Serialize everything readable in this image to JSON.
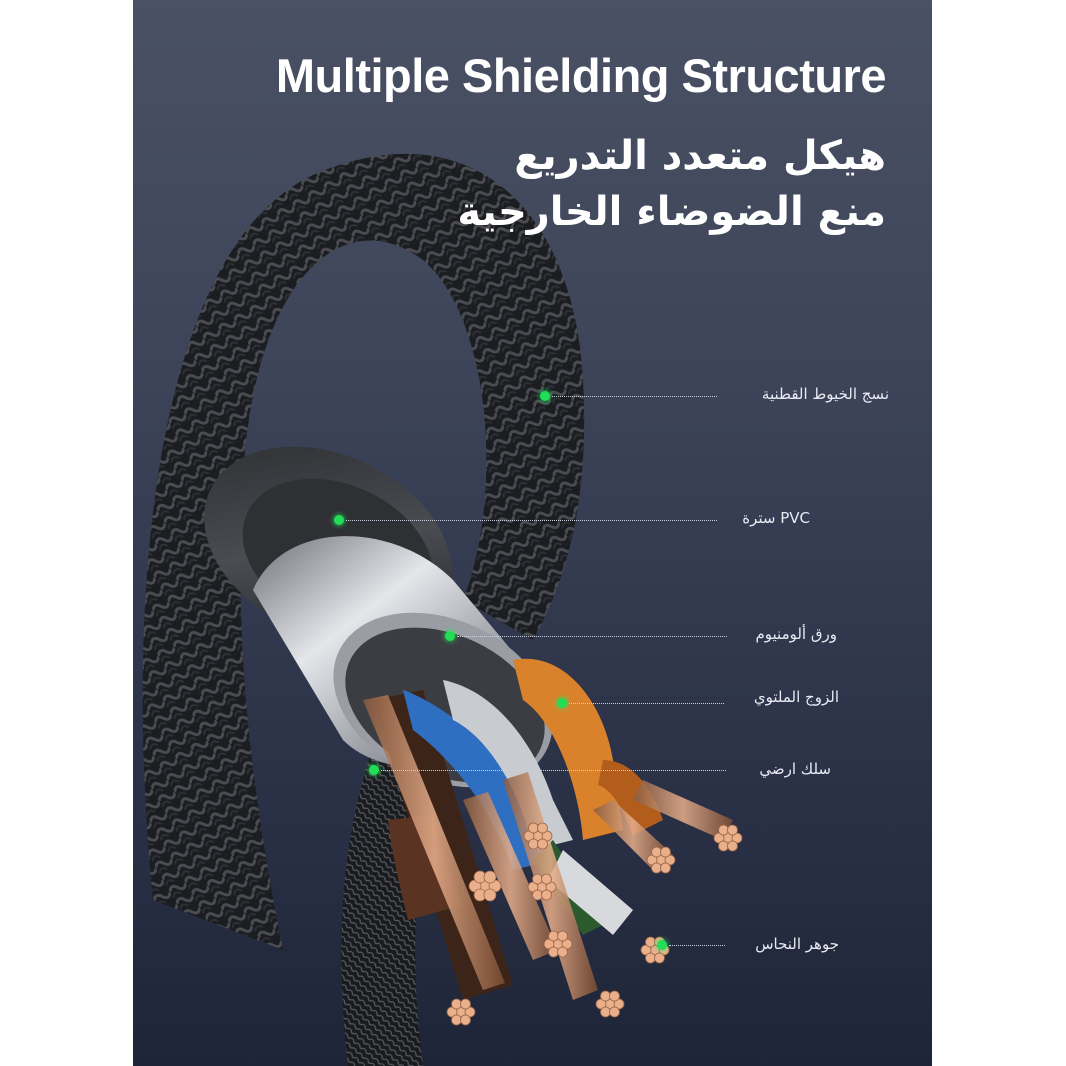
{
  "header": {
    "title_en": "Multiple Shielding Structure",
    "title_ar_line1": "هيكل متعدد التدريع",
    "title_ar_line2": "منع الضوضاء الخارجية"
  },
  "callouts": [
    {
      "id": "cotton-braid",
      "label": "نسج الخيوط القطنية"
    },
    {
      "id": "pvc-jacket",
      "label": "PVC سترة"
    },
    {
      "id": "aluminum-foil",
      "label": "ورق ألومنيوم"
    },
    {
      "id": "twisted-pair",
      "label": "الزوج الملتوي"
    },
    {
      "id": "ground-wire",
      "label": "سلك ارضي"
    },
    {
      "id": "copper-core",
      "label": "جوهر النحاس"
    }
  ],
  "colors": {
    "indicator_dot": "#22dd55",
    "background_top": "#4a5164",
    "background_bottom": "#1f2538",
    "wire_orange": "#d9822b",
    "wire_blue": "#2f6fc2",
    "wire_brown": "#5a3322",
    "wire_green": "#2c5a2e",
    "copper": "#e8a57e"
  }
}
